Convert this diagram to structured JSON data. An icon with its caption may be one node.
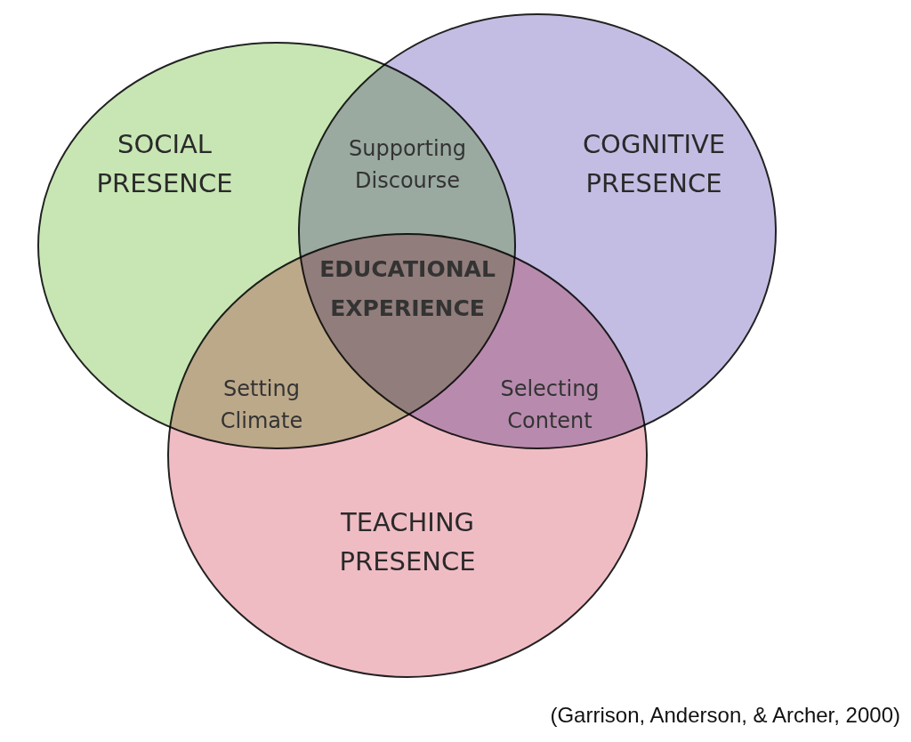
{
  "diagram": {
    "caption": "(Garrison, Anderson, & Archer, 2000)",
    "nodes": [
      {
        "text": [
          "SOCIAL PRESENCE"
        ]
      },
      {
        "text": [
          "COGNITIVE PRESENCE"
        ]
      },
      {
        "text": [
          "TEACHING PRESENCE"
        ]
      }
    ],
    "edges": [],
    "labels": [
      "Supporting Discourse",
      "EDUCATIONAL EXPERIENCE",
      "Setting Climate",
      "Selecting Content"
    ]
  }
}
